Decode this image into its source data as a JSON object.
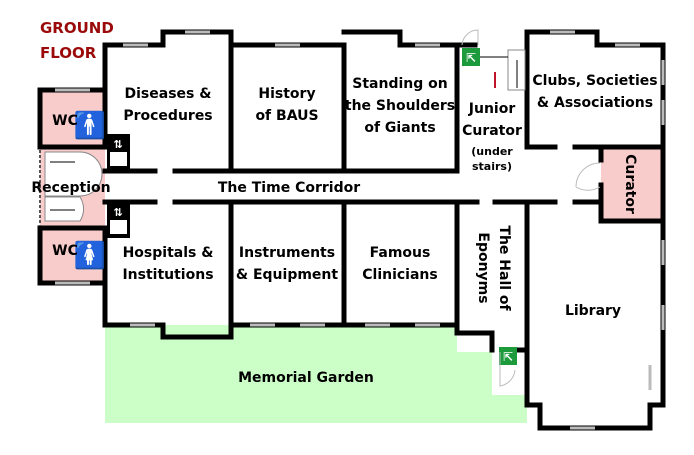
{
  "title": {
    "line1": "GROUND",
    "line2": "FLOOR"
  },
  "colors": {
    "wc": "#f9cccc",
    "garden": "#ccffc8",
    "title": "#9b0a0a",
    "exit": "#1c9a3c",
    "arrow": "#c0142a"
  },
  "rooms": {
    "wc_men": "WC",
    "wc_women": "WC",
    "reception": "Reception",
    "diseases": [
      "Diseases &",
      "Procedures"
    ],
    "history": [
      "History",
      "of BAUS"
    ],
    "standing": [
      "Standing on",
      "the Shoulders",
      "of Giants"
    ],
    "junior": [
      "Junior",
      "Curator"
    ],
    "junior_note": [
      "(under",
      "stairs)"
    ],
    "clubs": [
      "Clubs, Societies",
      "& Associations"
    ],
    "curator": "Curator",
    "corridor": "The Time Corridor",
    "hospitals": [
      "Hospitals &",
      "Institutions"
    ],
    "instruments": [
      "Instruments",
      "& Equipment"
    ],
    "famous": [
      "Famous",
      "Clinicians"
    ],
    "eponyms": [
      "The Hall of",
      "Eponyms"
    ],
    "library": "Library",
    "garden": "Memorial Garden"
  },
  "icons": [
    "man-icon",
    "woman-icon",
    "lift-icon",
    "stairs-icon",
    "fire-exit-icon",
    "door-icon"
  ]
}
